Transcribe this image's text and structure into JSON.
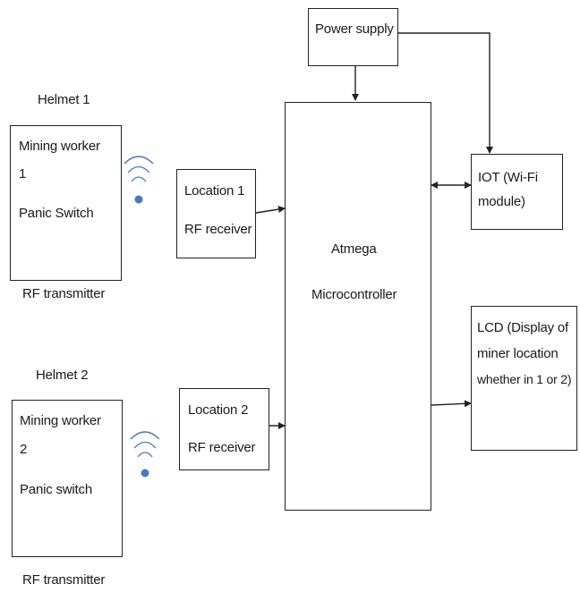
{
  "diagram": {
    "power_supply": "Power supply",
    "helmet1": {
      "title": "Helmet 1",
      "line1": "Mining worker",
      "line2": "1",
      "line3": "Panic Switch",
      "transmitter": "RF transmitter"
    },
    "helmet2": {
      "title": "Helmet 2",
      "line1": "Mining worker",
      "line2": "2",
      "line3": "Panic switch",
      "transmitter": "RF transmitter"
    },
    "location1": {
      "line1": "Location 1",
      "line2": "RF receiver"
    },
    "location2": {
      "line1": "Location 2",
      "line2": "RF receiver"
    },
    "mcu": {
      "line1": "Atmega",
      "line2": "Microcontroller"
    },
    "iot": {
      "line1": "IOT (Wi-Fi",
      "line2": "module)"
    },
    "lcd": {
      "line1": "LCD (Display of",
      "line2": "miner location",
      "line3": "whether in 1 or 2)"
    },
    "colors": {
      "line": "#222222",
      "wifi": "#4a78c4"
    }
  }
}
